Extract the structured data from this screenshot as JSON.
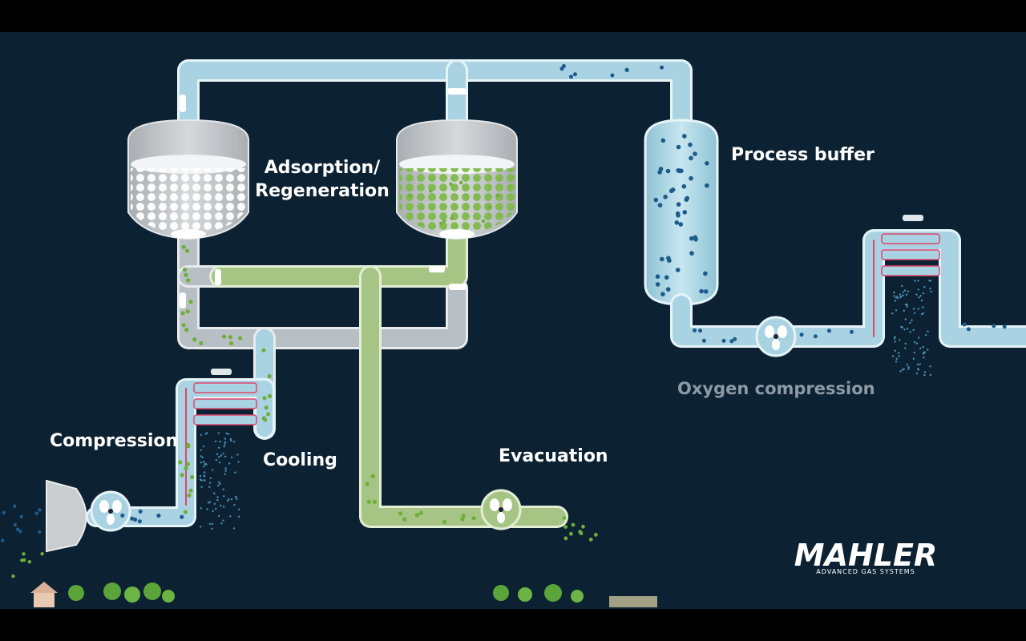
{
  "labels": {
    "adsorption_line1": "Adsorption/",
    "adsorption_line2": "Regeneration",
    "process_buffer": "Process buffer",
    "oxygen_compression": "Oxygen compression",
    "compression": "Compression",
    "cooling": "Cooling",
    "evacuation": "Evacuation"
  },
  "logo": {
    "name": "MAHLER",
    "tagline": "ADVANCED GAS SYSTEMS"
  },
  "colors": {
    "background": "#0c2233",
    "pipe_blue": "#a9d3e2",
    "pipe_green": "#a6c585",
    "vessel_gray": "#c9cdd0",
    "heater_red": "#e0456a",
    "dot_blue": "#1c5b8c",
    "dot_green": "#6fae3a"
  }
}
